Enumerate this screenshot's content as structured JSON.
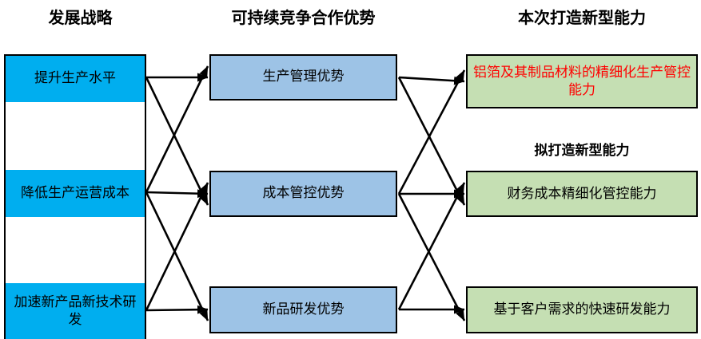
{
  "headers": {
    "strategy": "发展战略",
    "advantage": "可持续竞争合作优势",
    "capability": "本次打造新型能力",
    "planned_capability": "拟打造新型能力"
  },
  "strategy_items": [
    {
      "label": "提升生产水平"
    },
    {
      "label": "降低生产运营成本"
    },
    {
      "label": "加速新产品新技术研发"
    }
  ],
  "advantage_items": [
    {
      "label": "生产管理优势"
    },
    {
      "label": "成本管控优势"
    },
    {
      "label": "新品研发优势"
    }
  ],
  "capability_items": [
    {
      "label": "铝箔及其制品材料的精细化生产管控能力"
    },
    {
      "label": "财务成本精细化管控能力"
    },
    {
      "label": "基于客户需求的快速研发能力"
    }
  ],
  "colors": {
    "strategy_fill": "#00AEEF",
    "advantage_fill": "#9DC3E6",
    "capability_fill": "#C5DFB3",
    "highlight_text": "#FF0000",
    "border": "#000000",
    "background": "#FFFFFF"
  },
  "connections": {
    "strategy_to_advantage": [
      {
        "from": 0,
        "to": 0
      },
      {
        "from": 0,
        "to": 1
      },
      {
        "from": 1,
        "to": 0
      },
      {
        "from": 1,
        "to": 1
      },
      {
        "from": 1,
        "to": 2
      },
      {
        "from": 2,
        "to": 1
      },
      {
        "from": 2,
        "to": 2
      }
    ],
    "advantage_to_capability": [
      {
        "from": 0,
        "to": 0
      },
      {
        "from": 0,
        "to": 1
      },
      {
        "from": 1,
        "to": 0
      },
      {
        "from": 1,
        "to": 1
      },
      {
        "from": 1,
        "to": 2
      },
      {
        "from": 2,
        "to": 1
      },
      {
        "from": 2,
        "to": 2
      }
    ]
  }
}
